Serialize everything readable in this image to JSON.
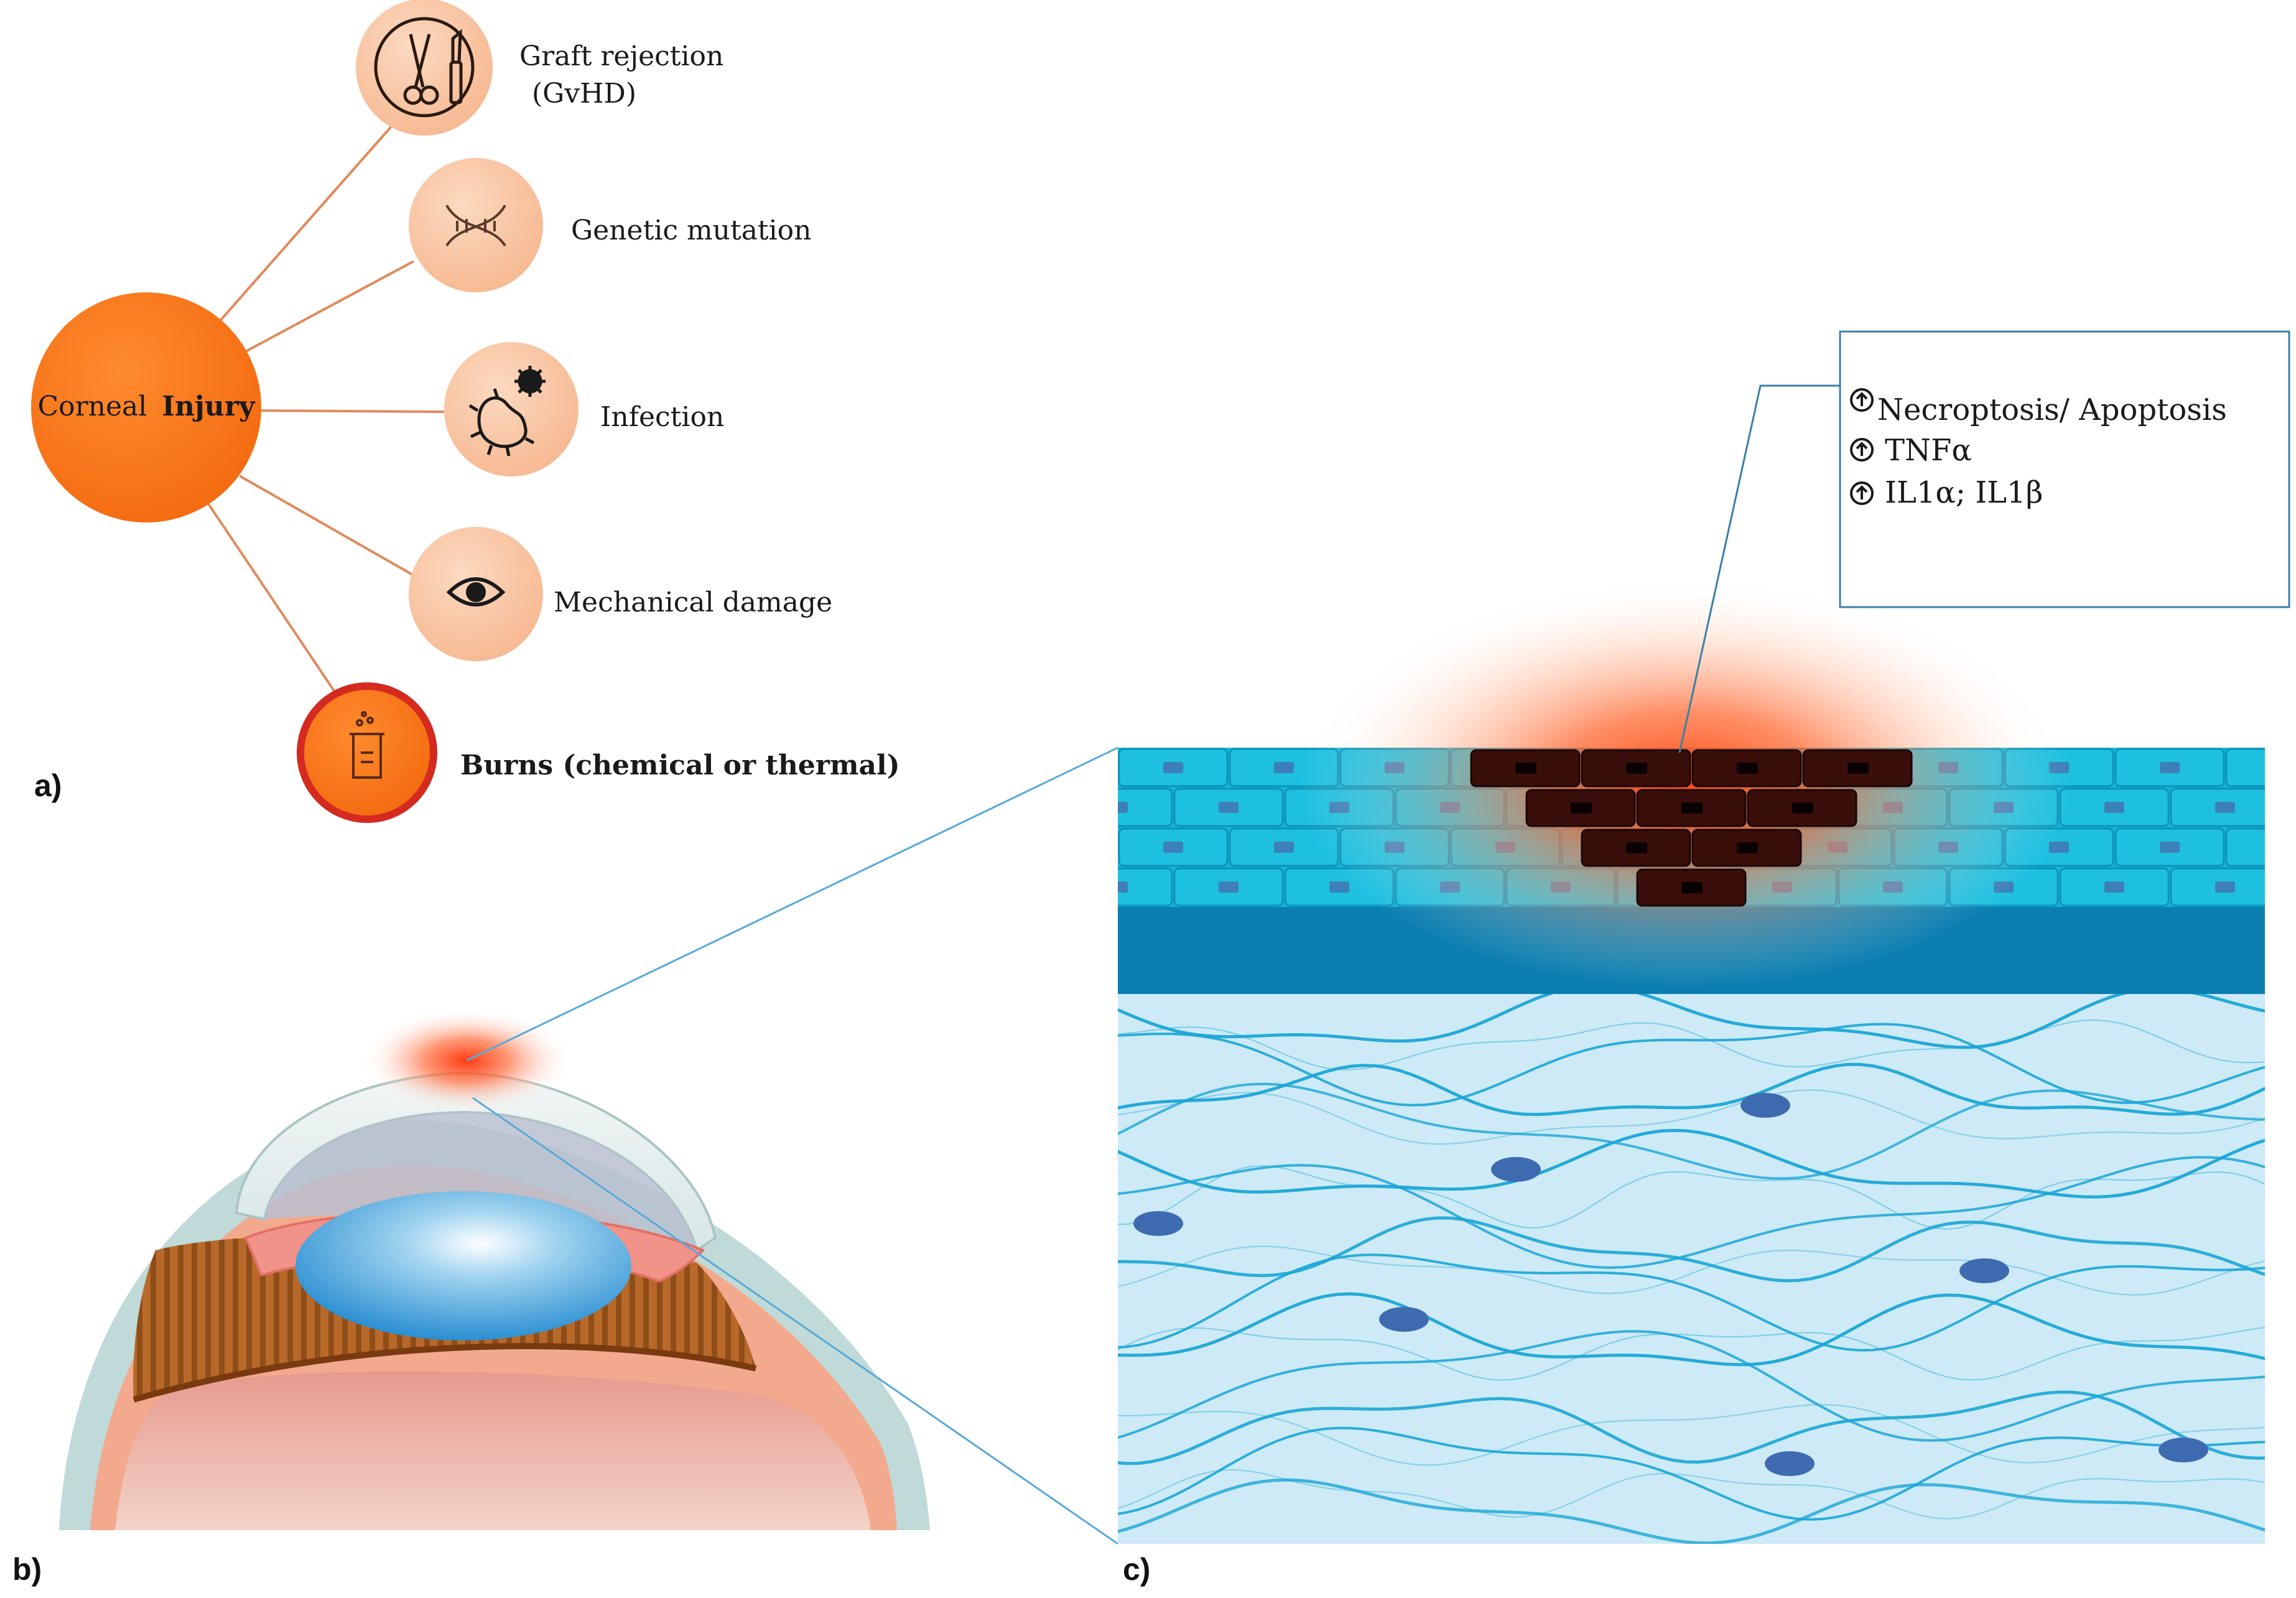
{
  "panel_a": {
    "label": "a)",
    "center": {
      "text_normal": "Corneal",
      "text_bold": "Injury"
    },
    "causes": [
      {
        "id": "graft",
        "line1": "Graft rejection",
        "line2": "(GvHD)",
        "icon": "scissors-scalpel-icon"
      },
      {
        "id": "genetic",
        "line1": "Genetic mutation",
        "icon": "dna-icon"
      },
      {
        "id": "infection",
        "line1": "Infection",
        "icon": "microbe-icon"
      },
      {
        "id": "mechanical",
        "line1": "Mechanical damage",
        "icon": "eye-icon"
      },
      {
        "id": "burns",
        "line1": "Burns (chemical or thermal)",
        "icon": "beaker-icon",
        "highlight": true
      }
    ]
  },
  "panel_b": {
    "label": "b)"
  },
  "panel_c": {
    "label": "c)",
    "callout": [
      {
        "text": "Necroptosis/ Apoptosis",
        "icon": "up-arrow-icon"
      },
      {
        "text": "TNFα",
        "icon": "up-arrow-icon"
      },
      {
        "text": "IL1α; IL1β",
        "icon": "up-arrow-icon"
      }
    ]
  },
  "colors": {
    "injury_orange": "#fb7a1e",
    "cause_peach": "#f9c9a8",
    "burn_red": "#d42a1f",
    "epithelium": "#15b4d6",
    "basement": "#0a7eb0",
    "stroma": "#cdeaf6",
    "fiber": "#1aa6d6",
    "necrotic": "#3a0e0a",
    "keratocyte": "#3e6bb0",
    "callout_border": "#3a7fa8"
  }
}
